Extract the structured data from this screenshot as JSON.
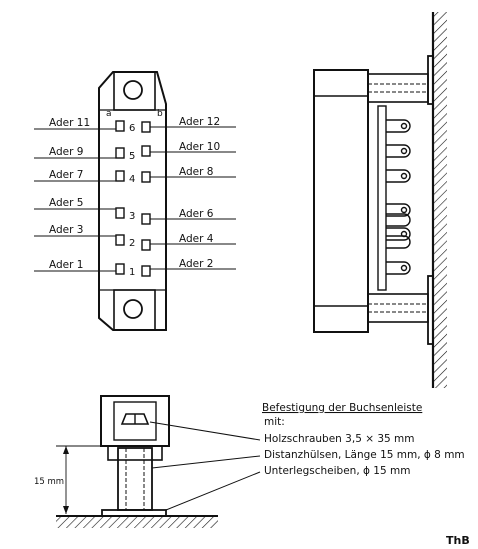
{
  "connector": {
    "side_a": "a",
    "side_b": "b",
    "left_wires": [
      {
        "label": "Ader 11",
        "pin": "6"
      },
      {
        "label": "Ader 9",
        "pin": "5"
      },
      {
        "label": "Ader 7",
        "pin": "4"
      },
      {
        "label": "Ader 5",
        "pin": "3"
      },
      {
        "label": "Ader 3",
        "pin": "2"
      },
      {
        "label": "Ader 1",
        "pin": "1"
      }
    ],
    "right_wires": [
      {
        "label": "Ader 12"
      },
      {
        "label": "Ader 10"
      },
      {
        "label": "Ader 8"
      },
      {
        "label": "Ader 6"
      },
      {
        "label": "Ader 4"
      },
      {
        "label": "Ader 2"
      }
    ]
  },
  "mounting": {
    "title": "Befestigung der Buchsenleiste",
    "subtitle": "mit:",
    "items": [
      "Holzschrauben 3,5 × 35 mm",
      "Distanzhülsen, Länge 15 mm, ϕ 8 mm",
      "Unterlegscheiben, ϕ 15 mm"
    ],
    "dimension": "15 mm"
  },
  "signature": "ThB",
  "colors": {
    "ink": "#111111",
    "paper": "#ffffff"
  }
}
